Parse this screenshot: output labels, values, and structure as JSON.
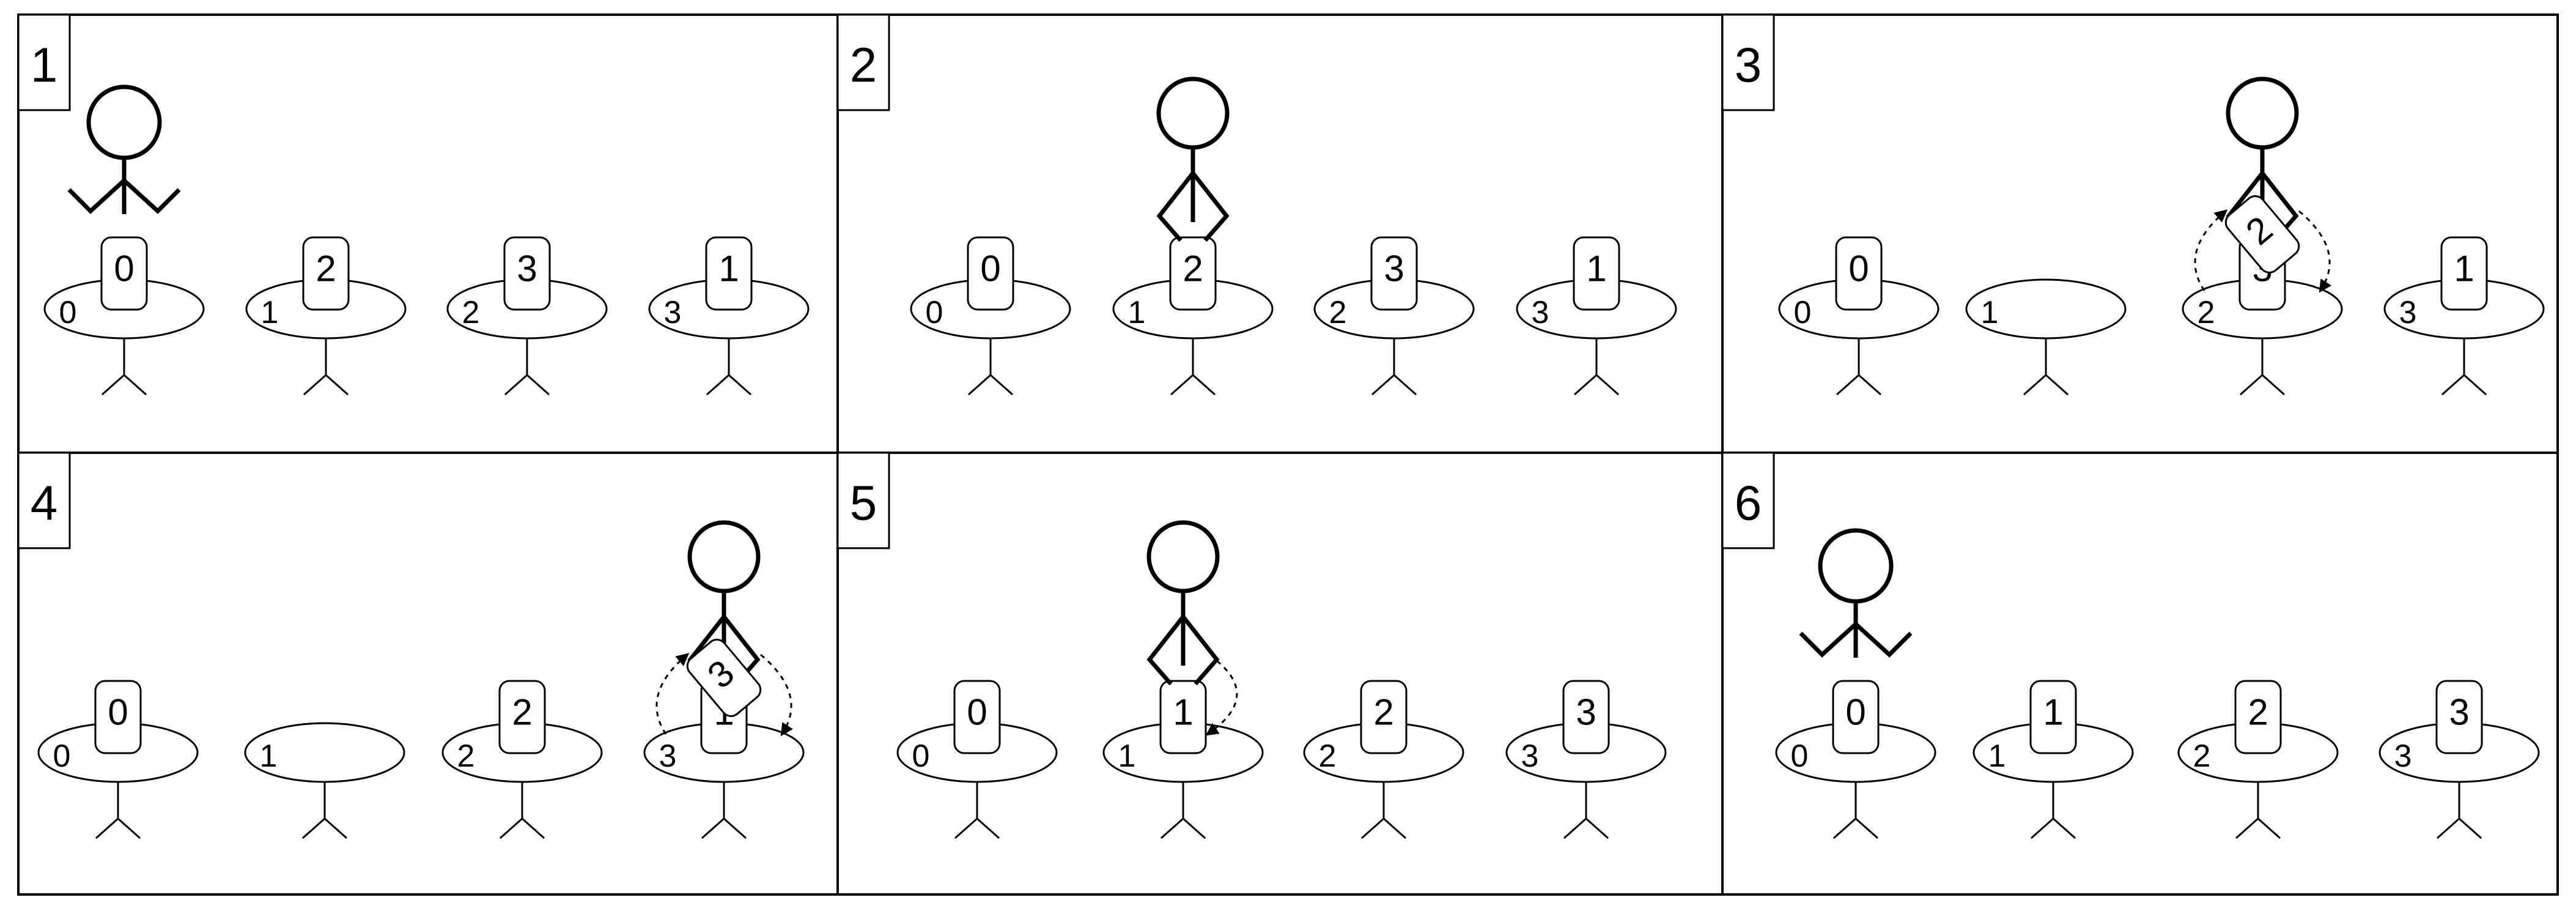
{
  "panels": [
    {
      "label": "1",
      "tables": [
        {
          "label": "0",
          "card": "0"
        },
        {
          "label": "1",
          "card": "2"
        },
        {
          "label": "2",
          "card": "3"
        },
        {
          "label": "3",
          "card": "1"
        }
      ],
      "person": {
        "at_table": 0,
        "pose": "arms-up"
      }
    },
    {
      "label": "2",
      "tables": [
        {
          "label": "0",
          "card": "0"
        },
        {
          "label": "1",
          "card": "2"
        },
        {
          "label": "2",
          "card": "3"
        },
        {
          "label": "3",
          "card": "1"
        }
      ],
      "person": {
        "at_table": 1,
        "pose": "reaching"
      }
    },
    {
      "label": "3",
      "tables": [
        {
          "label": "0",
          "card": "0"
        },
        {
          "label": "1",
          "card": ""
        },
        {
          "label": "2",
          "card": "3"
        },
        {
          "label": "3",
          "card": "1"
        }
      ],
      "person": {
        "at_table": 2,
        "pose": "carrying",
        "held_card": "2",
        "swap_arrows": true
      }
    },
    {
      "label": "4",
      "tables": [
        {
          "label": "0",
          "card": "0"
        },
        {
          "label": "1",
          "card": ""
        },
        {
          "label": "2",
          "card": "2"
        },
        {
          "label": "3",
          "card": "1"
        }
      ],
      "person": {
        "at_table": 3,
        "pose": "carrying",
        "held_card": "3",
        "swap_arrows": true
      }
    },
    {
      "label": "5",
      "tables": [
        {
          "label": "0",
          "card": "0"
        },
        {
          "label": "1",
          "card": "1"
        },
        {
          "label": "2",
          "card": "2"
        },
        {
          "label": "3",
          "card": "3"
        }
      ],
      "person": {
        "at_table": 1,
        "pose": "reaching",
        "drop_arrow": true
      }
    },
    {
      "label": "6",
      "tables": [
        {
          "label": "0",
          "card": "0"
        },
        {
          "label": "1",
          "card": "1"
        },
        {
          "label": "2",
          "card": "2"
        },
        {
          "label": "3",
          "card": "3"
        }
      ],
      "person": {
        "at_table": 0,
        "pose": "arms-up"
      }
    }
  ]
}
